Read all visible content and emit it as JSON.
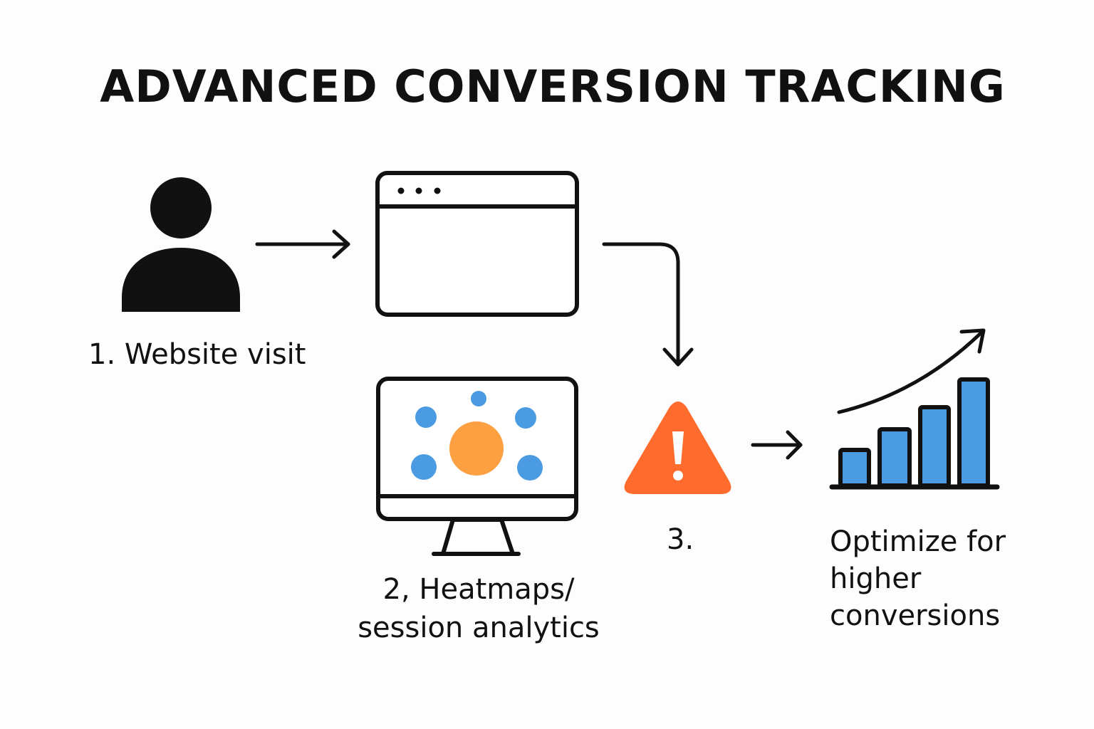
{
  "title": "ADVANCED CONVERSION TRACKING",
  "steps": [
    {
      "label": "1. Website visit",
      "icon": "user-icon"
    },
    {
      "label_lines": [
        "2, Heatmaps/",
        "session analytics"
      ],
      "icons": [
        "browser-window-icon",
        "monitor-heatmap-icon"
      ]
    },
    {
      "label": "3.",
      "icon": "warning-icon"
    },
    {
      "label_lines": [
        "Optimize for",
        "higher",
        "conversions"
      ],
      "icon": "growth-bar-chart-icon"
    }
  ],
  "colors": {
    "ink": "#111111",
    "heatmap_blue": "#4b9be3",
    "heatmap_orange": "#fca042",
    "warning_orange": "#ff6b2c",
    "bar_blue": "#4b9be3"
  }
}
